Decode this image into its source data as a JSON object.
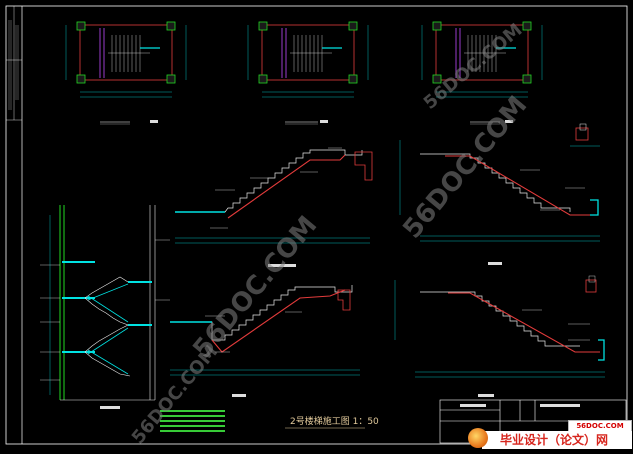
{
  "drawing": {
    "title": "2号楼梯施工图 1：50",
    "colors": {
      "background": "#000000",
      "frame": "#ffffff",
      "stair_outline": "#e23b3b",
      "dimension": "#00e2e2",
      "section_wall": "#22d922",
      "hatch": "#3fe83f",
      "watermark": "#7f7f7f"
    },
    "watermark": "56DOC.COM"
  },
  "plans": [
    {
      "id": "plan-1"
    },
    {
      "id": "plan-2"
    },
    {
      "id": "plan-3"
    }
  ],
  "sections": [
    {
      "id": "run-tb1"
    },
    {
      "id": "run-tb2"
    },
    {
      "id": "run-tb3"
    },
    {
      "id": "run-tb4"
    }
  ],
  "logo": {
    "badge": "56DOC.COM",
    "name": "毕业设计（论文）网"
  }
}
